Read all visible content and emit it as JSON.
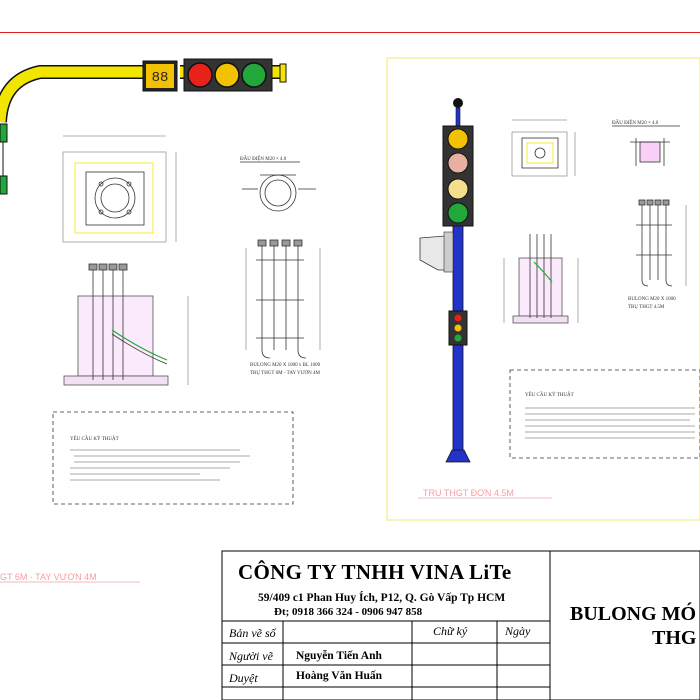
{
  "drawing": {
    "caption_left": "GT 6M - TAY VƯƠN 4M",
    "caption_right": "TRU THGT ĐƠN 4.5M",
    "countdown_digits": "88",
    "small_label_1": "ĐẦU ĐIỆN M20 × 4.0",
    "small_label_2": "ĐẦU ĐIỆN M20 × 4.0",
    "bolt_note_left": "BULONG M20 X 1000 x BL 1000",
    "bolt_note_left_2": "TRỤ THGT 6M - TAY VƯƠN 4M",
    "bolt_note_right": "BULONG M20 X 1000",
    "bolt_note_right_2": "TRỤ THGT 4.5M",
    "notes_title_left": "YÊU CẦU KỸ THUẬT",
    "notes_title_right": "YÊU CẦU KỸ THUẬT"
  },
  "title_block": {
    "company": "CÔNG TY TNHH VINA LiTe",
    "address": "59/409 c1 Phan Huy Ích, P12, Q. Gò Vấp Tp HCM",
    "phone": "Đt; 0918 366 324 - 0906 947 858",
    "label_drawing_no": "Bản vẽ số",
    "label_signature": "Chữ ký",
    "label_date": "Ngày",
    "label_drawer": "Người vẽ",
    "drawer_name": "Nguyễn Tiến Anh",
    "label_approved": "Duyệt",
    "approver_name": "Hoàng Văn Huấn",
    "title_line1": "BULONG MÓ",
    "title_line2": "THG"
  },
  "colors": {
    "frame_red": "#e02020",
    "pole_blue": "#2233cc",
    "arm_yellow": "#f2e600",
    "signal_red": "#e8211b",
    "signal_yellow": "#f2c200",
    "signal_green": "#22a83a",
    "concrete_pink": "#d070d0",
    "border_yellow": "#f4f0a0"
  }
}
